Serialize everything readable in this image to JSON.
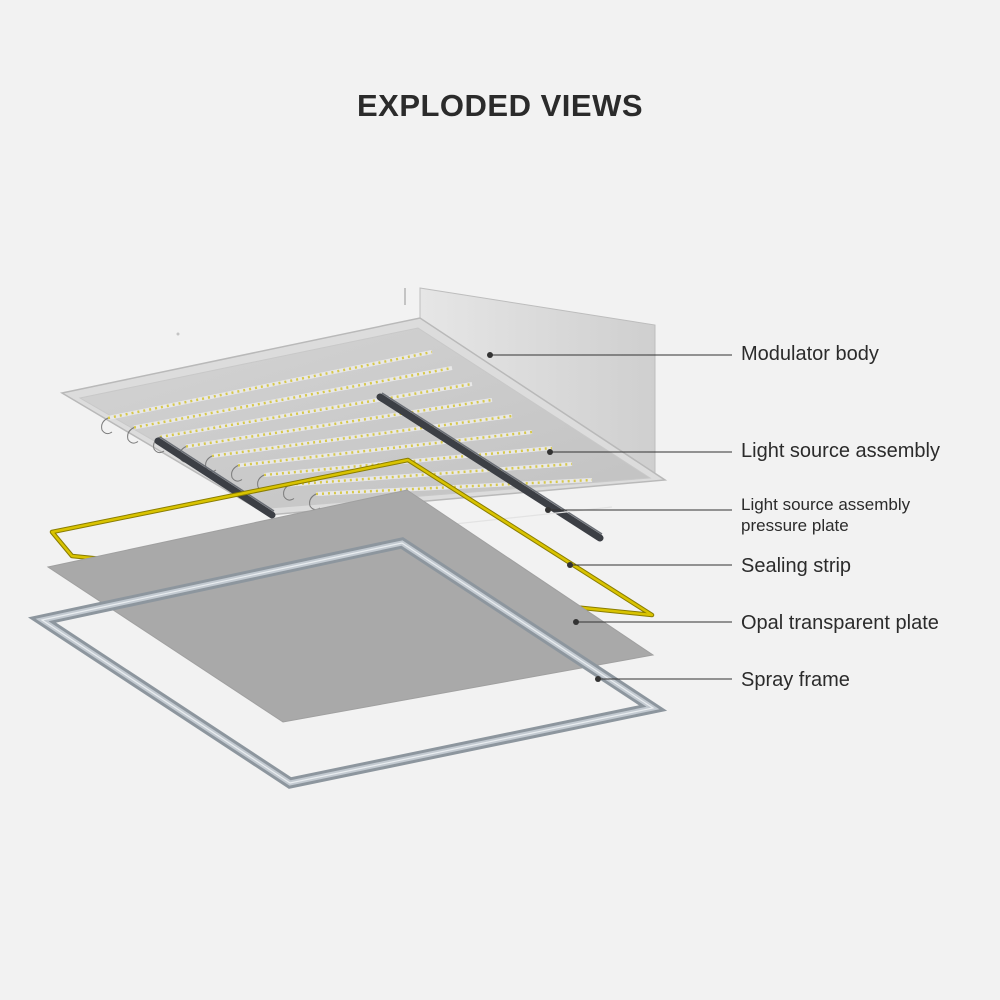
{
  "title": "EXPLODED VIEWS",
  "labels": {
    "modulator_body": "Modulator body",
    "light_source_assembly": "Light source assembly",
    "pressure_plate_line1": "Light source assembly",
    "pressure_plate_line2": "pressure plate",
    "sealing_strip": "Sealing strip",
    "opal_plate": "Opal transparent plate",
    "spray_frame": "Spray frame"
  },
  "colors": {
    "background": "#f2f2f2",
    "text": "#2b2b2b",
    "sealing_strip": "#d9c300",
    "opal_plate": "#a9a9a9",
    "frame": "#9aa3ab",
    "pressure_bar": "#3c3f45"
  }
}
